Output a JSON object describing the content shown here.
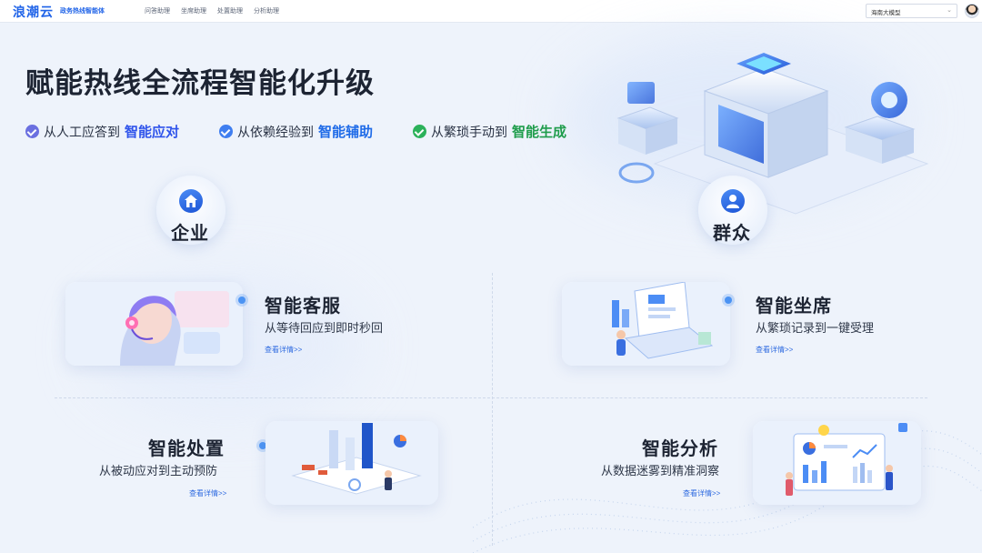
{
  "header": {
    "logo": "浪潮云",
    "logo_sub": "政务热线智能体",
    "nav": [
      "问答助理",
      "坐席助理",
      "处置助理",
      "分析助理"
    ],
    "region": "海南大模型"
  },
  "hero": {
    "title": "赋能热线全流程智能化升级",
    "slogans": [
      {
        "prefix": "从人工应答到",
        "highlight": "智能应对",
        "color": "#2f54eb"
      },
      {
        "prefix": "从依赖经验到",
        "highlight": "智能辅助",
        "color": "#1f6be8"
      },
      {
        "prefix": "从繁琐手动到",
        "highlight": "智能生成",
        "color": "#1f9d4c"
      }
    ]
  },
  "sections": {
    "enterprise": "企业",
    "public": "群众"
  },
  "cards": [
    {
      "title": "智能客服",
      "desc": "从等待回应到即时秒回",
      "link": "查看详情>>"
    },
    {
      "title": "智能坐席",
      "desc": "从繁琐记录到一键受理",
      "link": "查看详情>>"
    },
    {
      "title": "智能处置",
      "desc": "从被动应对到主动预防",
      "link": "查看详情>>"
    },
    {
      "title": "智能分析",
      "desc": "从数据迷雾到精准洞察",
      "link": "查看详情>>"
    }
  ],
  "colors": {
    "brand": "#1f63e8",
    "check_purple": "#6a6fe0",
    "check_blue": "#3f7ef0",
    "check_green": "#2bb15a"
  }
}
